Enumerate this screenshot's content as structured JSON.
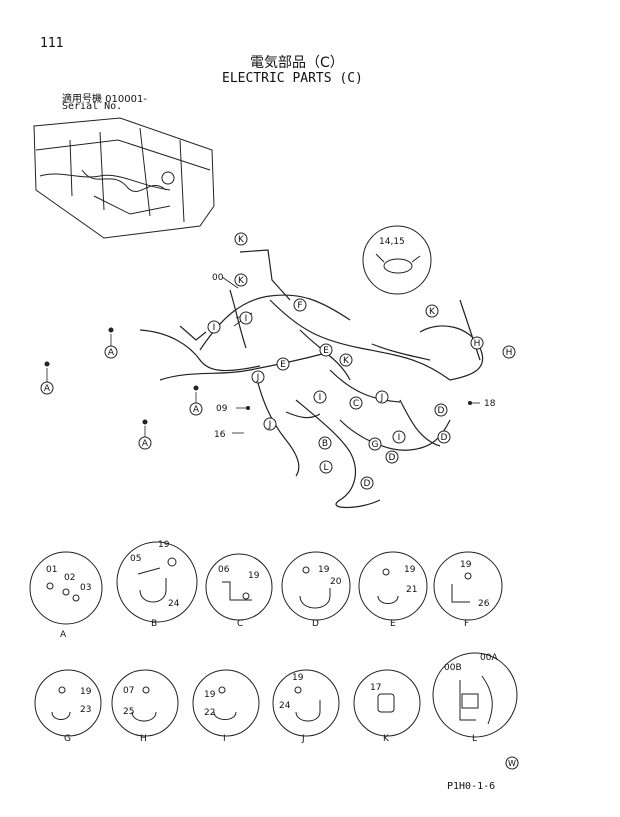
{
  "page": {
    "number": "111",
    "title_jp": "電気部品（C）",
    "title_en": "ELECTRIC PARTS (C)",
    "serial_label_jp": "適用号機  010001-",
    "serial_label_en": "Serial No.",
    "footer_code": "P1H0-1-6",
    "corner_mark": "W"
  },
  "harness_callouts": {
    "top_left": [
      "A",
      "A",
      "A",
      "A"
    ],
    "letters": [
      "K",
      "K",
      "I",
      "I",
      "F",
      "J",
      "E",
      "E",
      "K",
      "J",
      "I",
      "C",
      "J",
      "B",
      "G",
      "D",
      "I",
      "L",
      "D",
      "K",
      "H",
      "H",
      "D",
      "D"
    ],
    "part_labels": [
      "00",
      "09",
      "16",
      "18",
      "14,15"
    ]
  },
  "details": [
    {
      "letter": "A",
      "parts": [
        "01",
        "02",
        "03"
      ]
    },
    {
      "letter": "B",
      "parts": [
        "19",
        "05",
        "24"
      ]
    },
    {
      "letter": "C",
      "parts": [
        "06",
        "19"
      ]
    },
    {
      "letter": "D",
      "parts": [
        "19",
        "20"
      ]
    },
    {
      "letter": "E",
      "parts": [
        "19",
        "21"
      ]
    },
    {
      "letter": "F",
      "parts": [
        "19",
        "26"
      ]
    },
    {
      "letter": "G",
      "parts": [
        "19",
        "23"
      ]
    },
    {
      "letter": "H",
      "parts": [
        "07",
        "25"
      ]
    },
    {
      "letter": "I",
      "parts": [
        "19",
        "22"
      ]
    },
    {
      "letter": "J",
      "parts": [
        "19",
        "24"
      ]
    },
    {
      "letter": "K",
      "parts": [
        "17"
      ]
    },
    {
      "letter": "L",
      "parts": [
        "00A",
        "00B"
      ]
    }
  ]
}
